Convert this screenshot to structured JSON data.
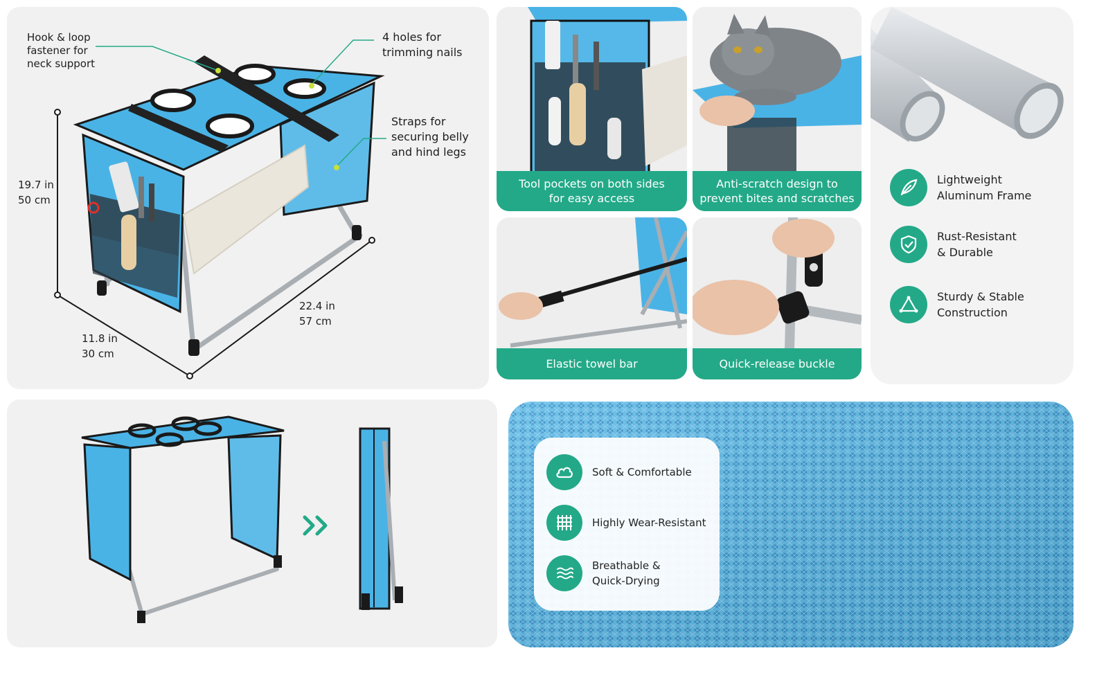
{
  "main": {
    "callouts": {
      "hook": [
        "Hook & loop",
        "fastener for",
        "neck support"
      ],
      "holes": [
        "4 holes for",
        "trimming nails"
      ],
      "straps": [
        "Straps for",
        "securing belly",
        "and hind legs"
      ]
    },
    "dimensions": {
      "height": [
        "19.7 in",
        "50 cm"
      ],
      "depth": [
        "11.8 in",
        "30 cm"
      ],
      "width": [
        "22.4 in",
        "57 cm"
      ]
    }
  },
  "tiles": {
    "tools": [
      "Tool pockets on both sides",
      "for easy access"
    ],
    "cat": [
      "Anti-scratch design to",
      "prevent bites and scratches"
    ],
    "towel": "Elastic towel bar",
    "buckle": "Quick-release buckle"
  },
  "features": [
    {
      "icon": "feather-icon",
      "lines": [
        "Lightweight",
        "Aluminum Frame"
      ]
    },
    {
      "icon": "shield-check-icon",
      "lines": [
        "Rust-Resistant",
        "& Durable"
      ]
    },
    {
      "icon": "triangle-icon",
      "lines": [
        "Sturdy & Stable",
        "Construction"
      ]
    }
  ],
  "fabric": [
    {
      "icon": "cloud-icon",
      "lines": [
        "Soft & Comfortable"
      ]
    },
    {
      "icon": "mesh-grid-icon",
      "lines": [
        "Highly Wear-Resistant"
      ]
    },
    {
      "icon": "air-flow-icon",
      "lines": [
        "Breathable &",
        "Quick-Drying"
      ]
    }
  ],
  "colors": {
    "accent": "#23a988",
    "table_blue": "#4ab3e6",
    "panel_gray": "#f1f1f1"
  }
}
